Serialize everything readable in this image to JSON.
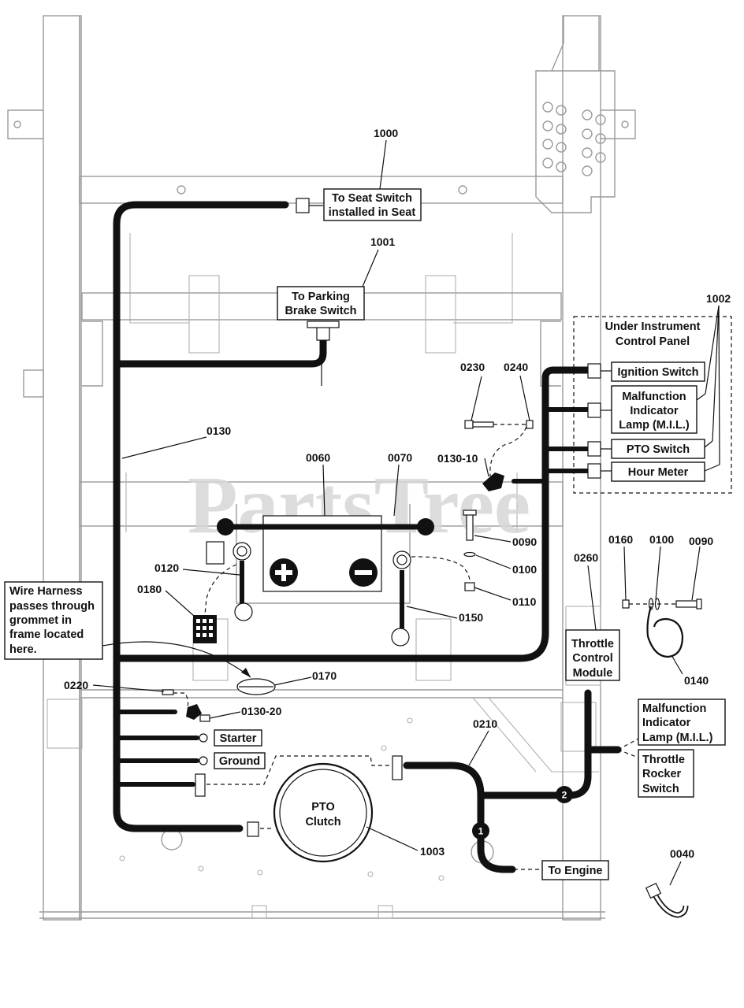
{
  "watermark": "PartsTree",
  "part_numbers": {
    "p1000": "1000",
    "p1001": "1001",
    "p1002": "1002",
    "p1003": "1003",
    "p0130": "0130",
    "p0060": "0060",
    "p0070": "0070",
    "p0120": "0120",
    "p0180": "0180",
    "p0150": "0150",
    "p0170": "0170",
    "p0220": "0220",
    "p0130_20": "0130-20",
    "p0230": "0230",
    "p0240": "0240",
    "p0130_10": "0130-10",
    "p0090a": "0090",
    "p0100a": "0100",
    "p0110": "0110",
    "p0260": "0260",
    "p0160": "0160",
    "p0100b": "0100",
    "p0090b": "0090",
    "p0140": "0140",
    "p0210": "0210",
    "p0040": "0040"
  },
  "labels": {
    "seat_switch": [
      "To Seat Switch",
      "installed in Seat"
    ],
    "parking_brake": [
      "To Parking",
      "Brake Switch"
    ],
    "instrument_panel": [
      "Under Instrument",
      "Control Panel"
    ],
    "ignition_switch": "Ignition Switch",
    "mil": [
      "Malfunction",
      "Indicator",
      "Lamp (M.I.L.)"
    ],
    "pto_switch": "PTO Switch",
    "hour_meter": "Hour Meter",
    "wire_harness_note": [
      "Wire Harness",
      "passes through",
      "grommet in",
      "frame located",
      "here."
    ],
    "starter": "Starter",
    "ground": "Ground",
    "pto_clutch": [
      "PTO",
      "Clutch"
    ],
    "throttle_control": [
      "Throttle",
      "Control",
      "Module"
    ],
    "mil_right": [
      "Malfunction",
      "Indicator",
      "Lamp (M.I.L.)"
    ],
    "throttle_rocker": [
      "Throttle",
      "Rocker",
      "Switch"
    ],
    "to_engine": "To Engine",
    "callout_1": "1",
    "callout_2": "2"
  }
}
